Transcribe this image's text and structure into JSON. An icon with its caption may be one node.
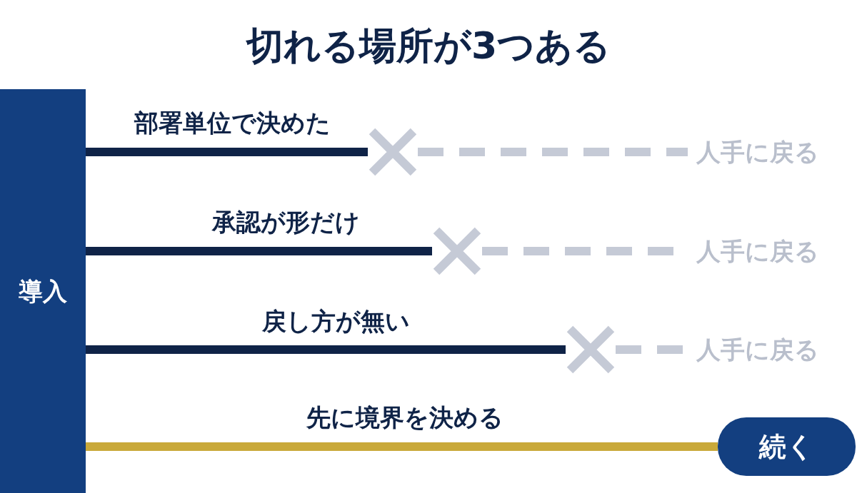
{
  "diagram": {
    "title": "切れる場所が3つある",
    "nodes": [
      {
        "text": [
          "導入"
        ]
      },
      {
        "text": [],
        "shape": "cross"
      },
      {
        "text": [
          "人手に戻る"
        ]
      },
      {
        "text": [],
        "shape": "cross"
      },
      {
        "text": [
          "人手に戻る"
        ]
      },
      {
        "text": [],
        "shape": "cross"
      },
      {
        "text": [
          "人手に戻る"
        ]
      },
      {
        "text": [
          "続く"
        ]
      }
    ],
    "edges": [
      {
        "from": 0,
        "to": 1,
        "arrow": "none",
        "label": "部署単位で決めた"
      },
      {
        "from": 1,
        "to": 2,
        "arrow": "none",
        "style": "dashed",
        "color": "#c5cad6"
      },
      {
        "from": 0,
        "to": 3,
        "arrow": "none",
        "label": "承認が形だけ"
      },
      {
        "from": 3,
        "to": 4,
        "arrow": "none",
        "style": "dashed",
        "color": "#c5cad6"
      },
      {
        "from": 0,
        "to": 5,
        "arrow": "none",
        "label": "戻し方が無い"
      },
      {
        "from": 5,
        "to": 6,
        "arrow": "none",
        "style": "dashed",
        "color": "#c5cad6"
      },
      {
        "from": 0,
        "to": 7,
        "arrow": "none",
        "label": "先に境界を決める",
        "color": "#c9a93a"
      }
    ]
  }
}
